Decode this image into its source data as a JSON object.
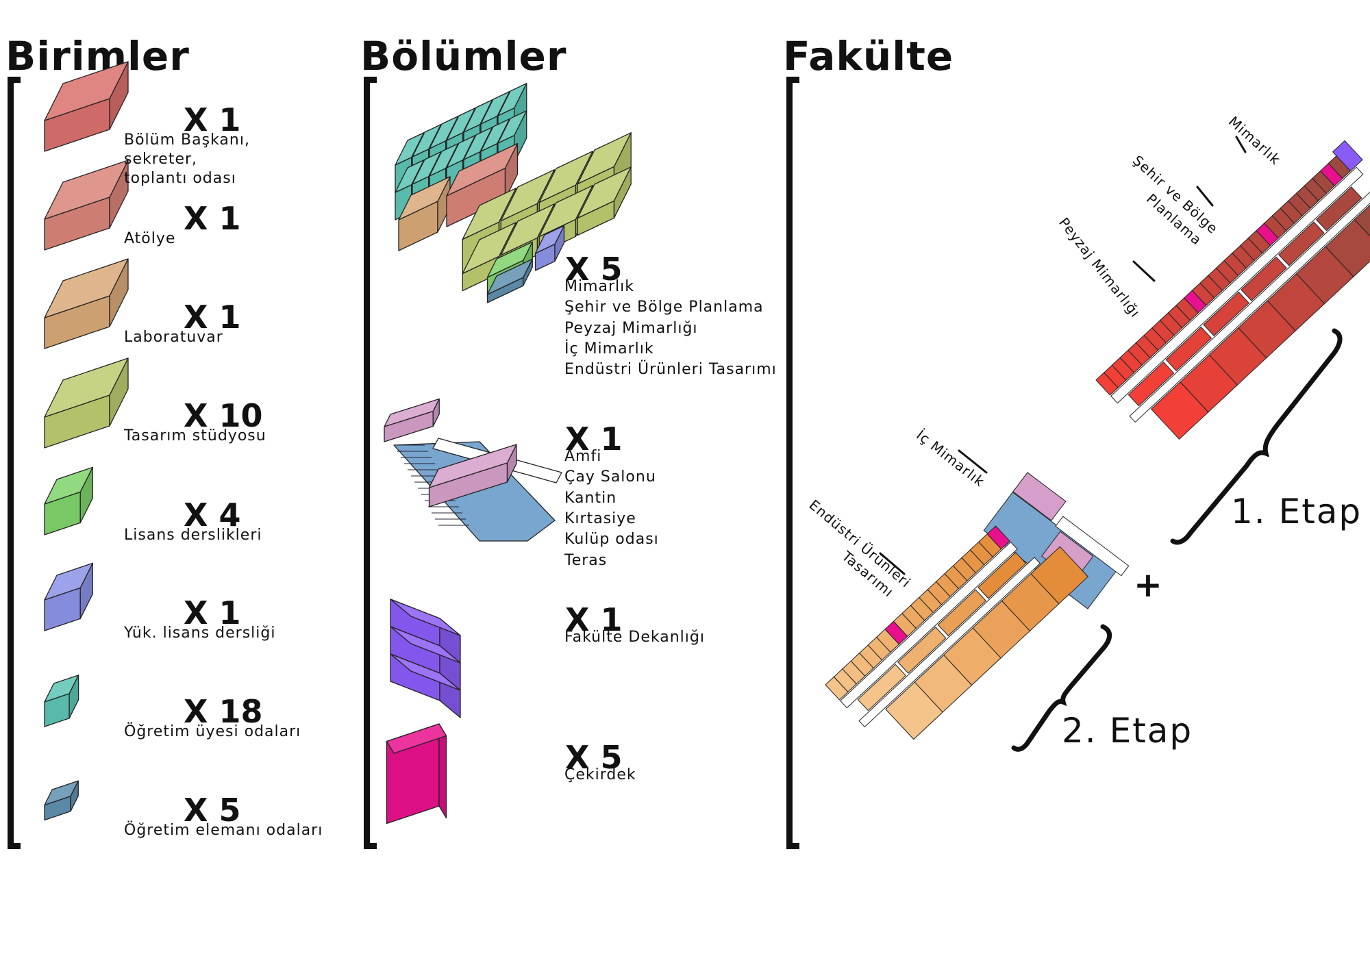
{
  "sections": {
    "birimler": "Birimler",
    "bolumler": "Bölümler",
    "fakulte": "Fakülte"
  },
  "birimler": [
    {
      "count": "X 1",
      "lines": [
        "Bölüm Başkanı,",
        "sekreter,",
        "toplantı odası"
      ],
      "color": "#d9706c"
    },
    {
      "count": "X 1",
      "lines": [
        "Atölye"
      ],
      "color": "#d98478"
    },
    {
      "count": "X 1",
      "lines": [
        "Laboratuvar"
      ],
      "color": "#d8a878"
    },
    {
      "count": "X 10",
      "lines": [
        "Tasarım stüdyosu"
      ],
      "color": "#bccb70"
    },
    {
      "count": "X 4",
      "lines": [
        "Lisans derslikleri"
      ],
      "color": "#7ed36a"
    },
    {
      "count": "X 1",
      "lines": [
        "Yük. lisans dersliği"
      ],
      "color": "#8c93e6"
    },
    {
      "count": "X 18",
      "lines": [
        "Öğretim üyesi odaları"
      ],
      "color": "#5cc4b3"
    },
    {
      "count": "X 5",
      "lines": [
        "Öğretim elemanı odaları"
      ],
      "color": "#5f8fae"
    }
  ],
  "bolumler": [
    {
      "count": "X 5",
      "lines": [
        "Mimarlık",
        "Şehir ve Bölge Planlama",
        "Peyzaj Mimarlığı",
        "İç Mimarlık",
        "Endüstri Ürünleri Tasarımı"
      ]
    },
    {
      "count": "X 1",
      "lines": [
        "Amfi",
        "Çay Salonu",
        "Kantin",
        "Kırtasiye",
        "Kulüp odası",
        "Teras"
      ]
    },
    {
      "count": "X 1",
      "lines": [
        "Fakülte Dekanlığı"
      ],
      "color": "#8e55f5"
    },
    {
      "count": "X 5",
      "lines": [
        "Çekirdek"
      ],
      "color": "#ee1c9a"
    }
  ],
  "fakulte": {
    "labels": {
      "mimarlik": "Mimarlık",
      "sehir": [
        "Şehir ve Bölge",
        "Planlama"
      ],
      "peyzaj": "Peyzaj Mimarlığı",
      "ic": "İç Mimarlık",
      "endustri": [
        "Endüstri Ürünleri",
        "Tasarımı"
      ]
    },
    "etap1": "1. Etap",
    "etap2": "2. Etap",
    "plus": "+"
  },
  "colors": {
    "red": "#f24038",
    "brown": "#9b4a40",
    "orange": "#e38c3a",
    "lightorange": "#f5c48a",
    "magenta": "#e8108c",
    "purple": "#8a5cf7",
    "pink": "#d59fc9",
    "blue": "#79a6cf"
  }
}
